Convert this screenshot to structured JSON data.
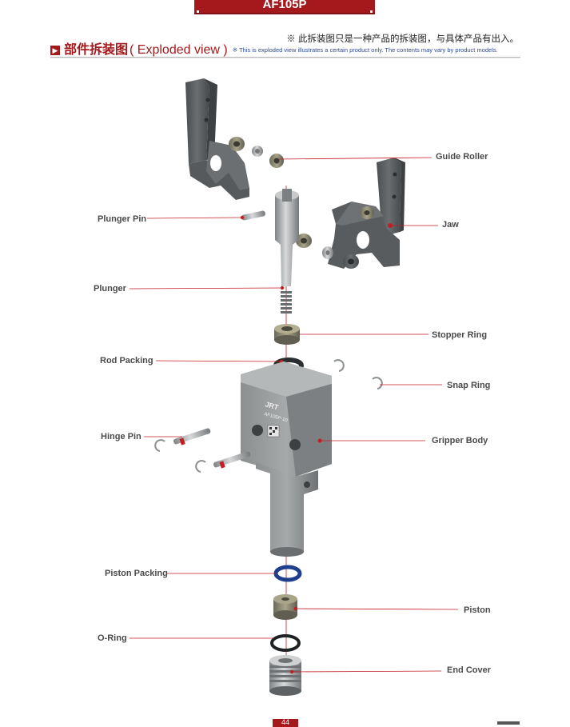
{
  "header": {
    "model_tab": "AF105P",
    "title_zh": "部件拆装图",
    "title_en": "( Exploded view )",
    "note_en": "※ This is exploded view illustrates a certain product only. The contents may vary by product models.",
    "note_zh": "※ 此拆装图只是一种产品的拆装图，与具体产品有出入。"
  },
  "labels": {
    "guide_roller": "Guide Roller",
    "plunger_pin": "Plunger Pin",
    "jaw": "Jaw",
    "plunger": "Plunger",
    "stopper_ring": "Stopper Ring",
    "rod_packing": "Rod Packing",
    "snap_ring": "Snap Ring",
    "hinge_pin": "Hinge Pin",
    "gripper_body": "Gripper Body",
    "piston_packing": "Piston Packing",
    "piston": "Piston",
    "o_ring": "O-Ring",
    "end_cover": "End Cover"
  },
  "body_marks": {
    "brand": "JRT",
    "model": "AF105P-10"
  },
  "footer": {
    "page_number": "44"
  },
  "colors": {
    "accent": "#a5191c",
    "leader": "#c41e24",
    "metal_dark": "#5e6264",
    "metal_light": "#9ea2a3",
    "seal_blue": "#1f3f8e"
  }
}
